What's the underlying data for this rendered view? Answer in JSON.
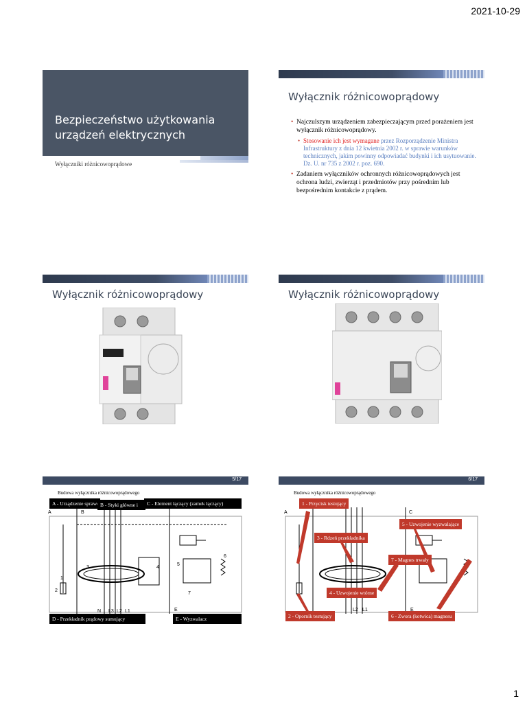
{
  "header": {
    "date": "2021-10-29"
  },
  "footer": {
    "page_number": "1"
  },
  "slide1": {
    "title": "Bezpieczeństwo użytkowania urządzeń elektrycznych",
    "subtitle": "Wyłączniki różnicowoprądowe"
  },
  "slide2": {
    "title": "Wyłącznik różnicowoprądowy",
    "bullet1": "Najczulszym urządzeniem zabezpieczającym przed porażeniem  jest wyłącznik różnicowoprądowy.",
    "sub_red": "Stosowanie ich jest wymagane",
    "sub_rest": " przez Rozporządzenie Ministra Infrastruktury z dnia 12 kwietnia 2002 r. w sprawie warunków technicznych, jakim powinny odpowiadać  budynki i ich usytuowanie. Dz. U. nr 735 z 2002 r. poz. 690.",
    "bullet2": "Zadaniem wyłączników ochronnych różnicowoprądowych jest ochrona ludzi, zwierząt i przedmiotów przy pośrednim lub bezpośrednim kontakcie z prądem."
  },
  "slide3": {
    "title": "Wyłącznik różnicowoprądowy"
  },
  "slide4": {
    "title": "Wyłącznik różnicowoprądowy"
  },
  "slide5": {
    "page": "5/17",
    "caption": "Budowa wyłącznika różnicowoprądowego",
    "labels": {
      "a": "A - Urządzenie sprawdzające",
      "b": "B - Styki główne i",
      "c": "C - Element łączący (zamek łączący)",
      "d": "D - Przekładnik prądowy sumujący",
      "e": "E - Wyzwalacz"
    }
  },
  "slide6": {
    "page": "6/17",
    "caption": "Budowa wyłącznika różnicowoprądowego",
    "labels": {
      "l1": "1 - Przycisk testujący",
      "l3": "3 - Rdzeń przekładnika",
      "l5": "5 - Uzwojenie wyzwalające",
      "l7": "7 - Magnes trwały",
      "l4": "4 - Uzwojenie wtórne",
      "l2": "2 - Opornik testujący",
      "l6": "6 - Zwora (kotwica) magnesu"
    }
  },
  "colors": {
    "title_box": "#4a5565",
    "accent_red": "#c0392b",
    "link_blue": "#5a7fc0"
  }
}
